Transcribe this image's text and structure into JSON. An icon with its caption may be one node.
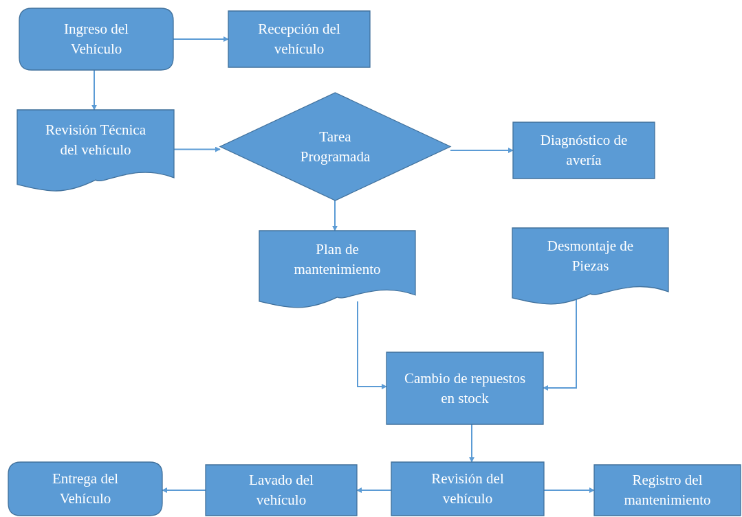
{
  "diagram": {
    "nodes": [
      {
        "text": [
          "Ingreso del Vehículo"
        ]
      },
      {
        "text": [
          "Recepción del vehículo"
        ]
      },
      {
        "text": [
          "Revisión Técnica del vehículo"
        ]
      },
      {
        "text": [
          "Tarea Programada"
        ]
      },
      {
        "text": [
          "Diagnóstico de avería"
        ]
      },
      {
        "text": [
          "Plan de mantenimiento"
        ]
      },
      {
        "text": [
          "Desmontaje de Piezas"
        ]
      },
      {
        "text": [
          "Cambio de repuestos en stock"
        ]
      },
      {
        "text": [
          "Entrega del Vehículo"
        ]
      },
      {
        "text": [
          "Lavado del vehículo"
        ]
      },
      {
        "text": [
          "Revisión del vehículo"
        ]
      },
      {
        "text": [
          "Registro del mantenimiento"
        ]
      }
    ],
    "edges": [
      {
        "from": 0,
        "to": 1,
        "arrow": "to"
      },
      {
        "from": 0,
        "to": 2,
        "arrow": "to"
      },
      {
        "from": 2,
        "to": 3,
        "arrow": "to"
      },
      {
        "from": 3,
        "to": 4,
        "arrow": "to"
      },
      {
        "from": 3,
        "to": 5,
        "arrow": "to"
      },
      {
        "from": 5,
        "to": 7,
        "arrow": "to"
      },
      {
        "from": 6,
        "to": 7,
        "arrow": "to"
      },
      {
        "from": 7,
        "to": 10,
        "arrow": "to"
      },
      {
        "from": 10,
        "to": 9,
        "arrow": "to"
      },
      {
        "from": 9,
        "to": 8,
        "arrow": "to"
      },
      {
        "from": 10,
        "to": 11,
        "arrow": "to"
      }
    ]
  }
}
